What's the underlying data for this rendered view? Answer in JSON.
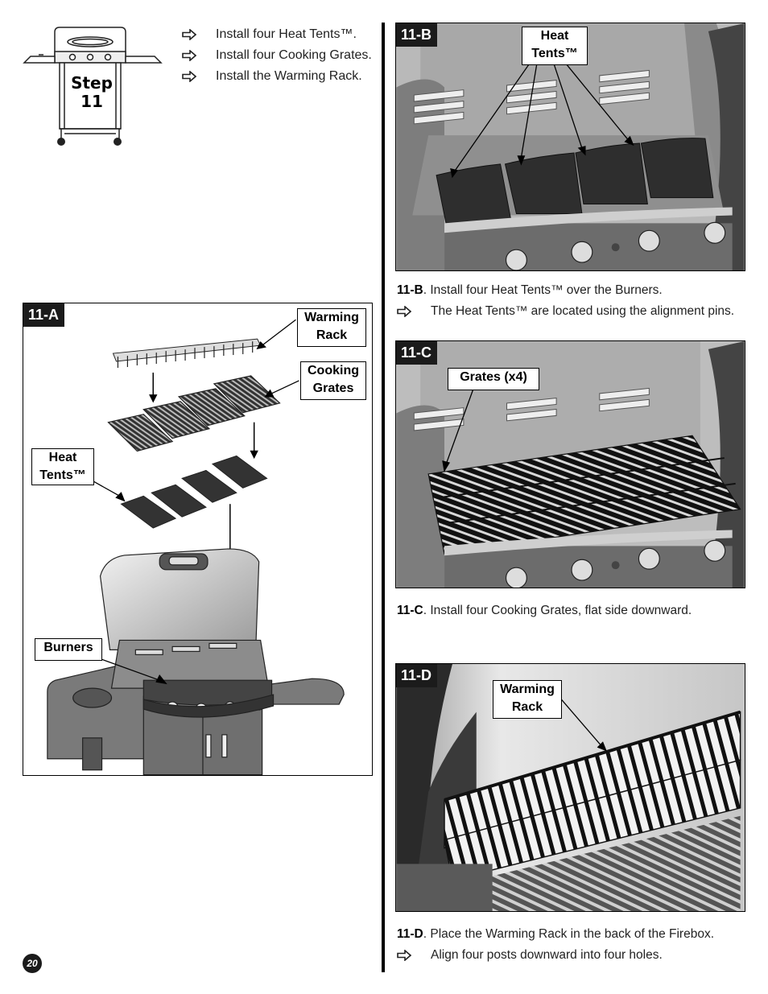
{
  "header": {
    "step_label_line1": "Step",
    "step_label_line2": "11",
    "bullets": [
      "Install four Heat Tents™.",
      "Install four Cooking Grates.",
      "Install the Warming Rack."
    ]
  },
  "panel_a": {
    "tag": "11-A",
    "callouts": {
      "warming_rack_l1": "Warming",
      "warming_rack_l2": "Rack",
      "cooking_grates_l1": "Cooking",
      "cooking_grates_l2": "Grates",
      "heat_tents_l1": "Heat",
      "heat_tents_l2": "Tents™",
      "burners": "Burners"
    }
  },
  "panel_b": {
    "tag": "11-B",
    "callout_l1": "Heat",
    "callout_l2": "Tents™",
    "caption_bold": "11-B",
    "caption_text": ". Install four Heat Tents™ over the Burners.",
    "note": "The Heat Tents™ are located using the alignment pins."
  },
  "panel_c": {
    "tag": "11-C",
    "callout": "Grates (x4)",
    "caption_bold": "11-C",
    "caption_text": ". Install four Cooking Grates, flat side downward."
  },
  "panel_d": {
    "tag": "11-D",
    "callout_l1": "Warming",
    "callout_l2": "Rack",
    "caption_bold": "11-D",
    "caption_text": ". Place the Warming Rack in the back of the Firebox.",
    "note": "Align four posts downward into four holes."
  },
  "page_number": "20",
  "icons": [
    "arrow-right-outline-icon"
  ]
}
